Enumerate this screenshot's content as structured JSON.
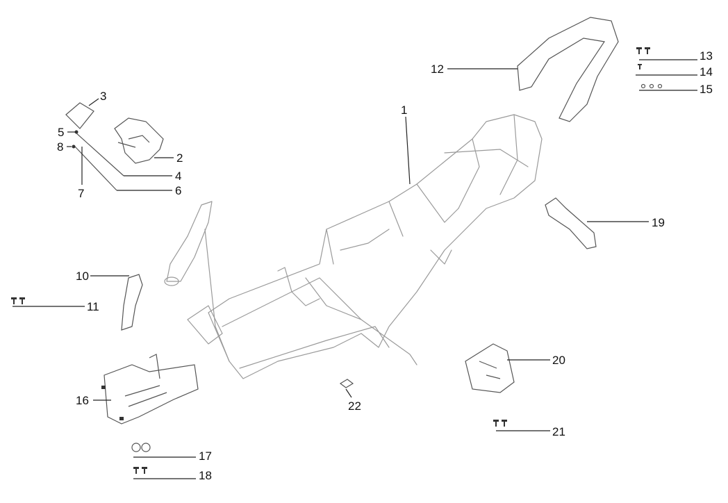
{
  "diagram": {
    "title": "Frame parts diagram",
    "callouts": [
      {
        "id": "1",
        "label": "1"
      },
      {
        "id": "2",
        "label": "2"
      },
      {
        "id": "3",
        "label": "3"
      },
      {
        "id": "4",
        "label": "4"
      },
      {
        "id": "5",
        "label": "5"
      },
      {
        "id": "6",
        "label": "6"
      },
      {
        "id": "7",
        "label": "7"
      },
      {
        "id": "8",
        "label": "8"
      },
      {
        "id": "10",
        "label": "10"
      },
      {
        "id": "11",
        "label": "11"
      },
      {
        "id": "12",
        "label": "12"
      },
      {
        "id": "13",
        "label": "13"
      },
      {
        "id": "14",
        "label": "14"
      },
      {
        "id": "15",
        "label": "15"
      },
      {
        "id": "16",
        "label": "16"
      },
      {
        "id": "17",
        "label": "17"
      },
      {
        "id": "18",
        "label": "18"
      },
      {
        "id": "19",
        "label": "19"
      },
      {
        "id": "20",
        "label": "20"
      },
      {
        "id": "21",
        "label": "21"
      },
      {
        "id": "22",
        "label": "22"
      }
    ]
  }
}
